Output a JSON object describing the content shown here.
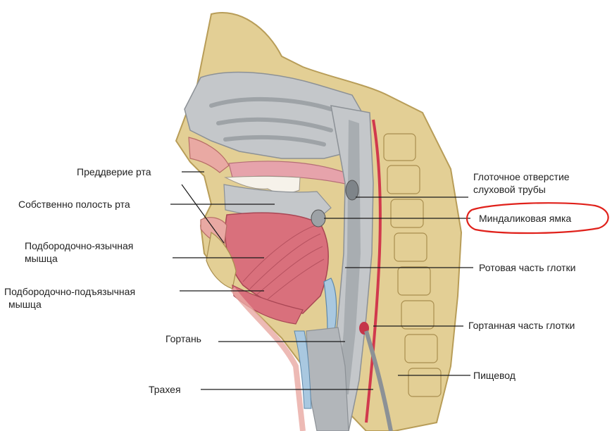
{
  "labels": {
    "vestibule": "Преддверие рта",
    "oral_cavity": "Собственно полость рта",
    "genioglossus_line1": "Подбородочно-язычная",
    "genioglossus_line2": "мышца",
    "geniohyoid_line1": "Подбородочно-подъязычная",
    "geniohyoid_line2": "мышца",
    "larynx": "Гортань",
    "trachea": "Трахея",
    "tube_opening_line1": "Глоточное отверстие",
    "tube_opening_line2": "слуховой трубы",
    "tonsil_fossa": "Миндаликовая ямка",
    "oropharynx": "Ротовая часть глотки",
    "laryngopharynx": "Гортанная часть глотки",
    "esophagus": "Пищевод"
  },
  "colors": {
    "bone": "#e3cf95",
    "cavity": "#c4c7ca",
    "cavity_dark": "#9da2a6",
    "muscle": "#d9707c",
    "mucosa": "#e6a3ab",
    "cartilage": "#a9c8e0",
    "highlight": "#e0211b"
  }
}
